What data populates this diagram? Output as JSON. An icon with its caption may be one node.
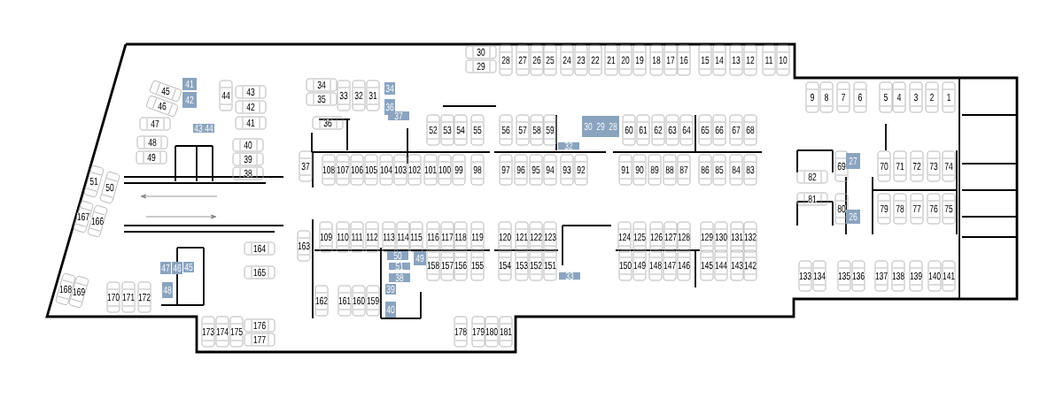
{
  "diagram": {
    "nodes": [
      {
        "text": [
          "41"
        ]
      },
      {
        "text": [
          "42"
        ]
      },
      {
        "text": [
          "43"
        ]
      },
      {
        "text": [
          "44"
        ]
      },
      {
        "text": [
          "34"
        ]
      },
      {
        "text": [
          "36"
        ]
      },
      {
        "text": [
          "37"
        ]
      },
      {
        "text": [
          "30"
        ]
      },
      {
        "text": [
          "29"
        ]
      },
      {
        "text": [
          "28"
        ]
      },
      {
        "text": [
          "32"
        ]
      },
      {
        "text": [
          "27"
        ]
      },
      {
        "text": [
          "26"
        ]
      },
      {
        "text": [
          "47"
        ]
      },
      {
        "text": [
          "46"
        ]
      },
      {
        "text": [
          "45"
        ]
      },
      {
        "text": [
          "48"
        ]
      },
      {
        "text": [
          "50"
        ]
      },
      {
        "text": [
          "49"
        ]
      },
      {
        "text": [
          "51"
        ]
      },
      {
        "text": [
          "38"
        ]
      },
      {
        "text": [
          "39"
        ]
      },
      {
        "text": [
          "40"
        ]
      },
      {
        "text": [
          "33"
        ]
      }
    ],
    "labels": [
      "30",
      "28",
      "27",
      "26",
      "25",
      "24",
      "23",
      "22",
      "21",
      "20",
      "19",
      "18",
      "17",
      "16",
      "15",
      "14",
      "13",
      "12",
      "11",
      "10",
      "29",
      "34",
      "45",
      "44",
      "43",
      "33",
      "32",
      "31",
      "9",
      "8",
      "7",
      "6",
      "5",
      "4",
      "3",
      "2",
      "1",
      "46",
      "42",
      "35",
      "47",
      "41",
      "36",
      "52",
      "53",
      "54",
      "55",
      "56",
      "57",
      "58",
      "59",
      "60",
      "61",
      "62",
      "63",
      "64",
      "65",
      "66",
      "67",
      "68",
      "48",
      "40",
      "49",
      "39",
      "38",
      "37",
      "108",
      "107",
      "106",
      "105",
      "104",
      "103",
      "102",
      "101",
      "100",
      "99",
      "98",
      "97",
      "96",
      "95",
      "94",
      "93",
      "92",
      "91",
      "90",
      "89",
      "88",
      "87",
      "86",
      "85",
      "84",
      "83",
      "82",
      "69",
      "70",
      "71",
      "72",
      "73",
      "74",
      "51",
      "50",
      "167",
      "166",
      "81",
      "80",
      "79",
      "78",
      "77",
      "76",
      "75",
      "164",
      "163",
      "109",
      "110",
      "111",
      "112",
      "113",
      "114",
      "115",
      "116",
      "117",
      "118",
      "119",
      "120",
      "121",
      "122",
      "123",
      "124",
      "125",
      "126",
      "127",
      "128",
      "129",
      "130",
      "131",
      "132",
      "165",
      "158",
      "157",
      "156",
      "155",
      "154",
      "153",
      "152",
      "151",
      "150",
      "149",
      "148",
      "147",
      "146",
      "145",
      "144",
      "143",
      "142",
      "133",
      "134",
      "135",
      "136",
      "137",
      "138",
      "139",
      "140",
      "141",
      "168",
      "169",
      "170",
      "171",
      "172",
      "162",
      "161",
      "160",
      "159",
      "173",
      "174",
      "175",
      "176",
      "178",
      "179",
      "180",
      "181",
      "177"
    ]
  }
}
